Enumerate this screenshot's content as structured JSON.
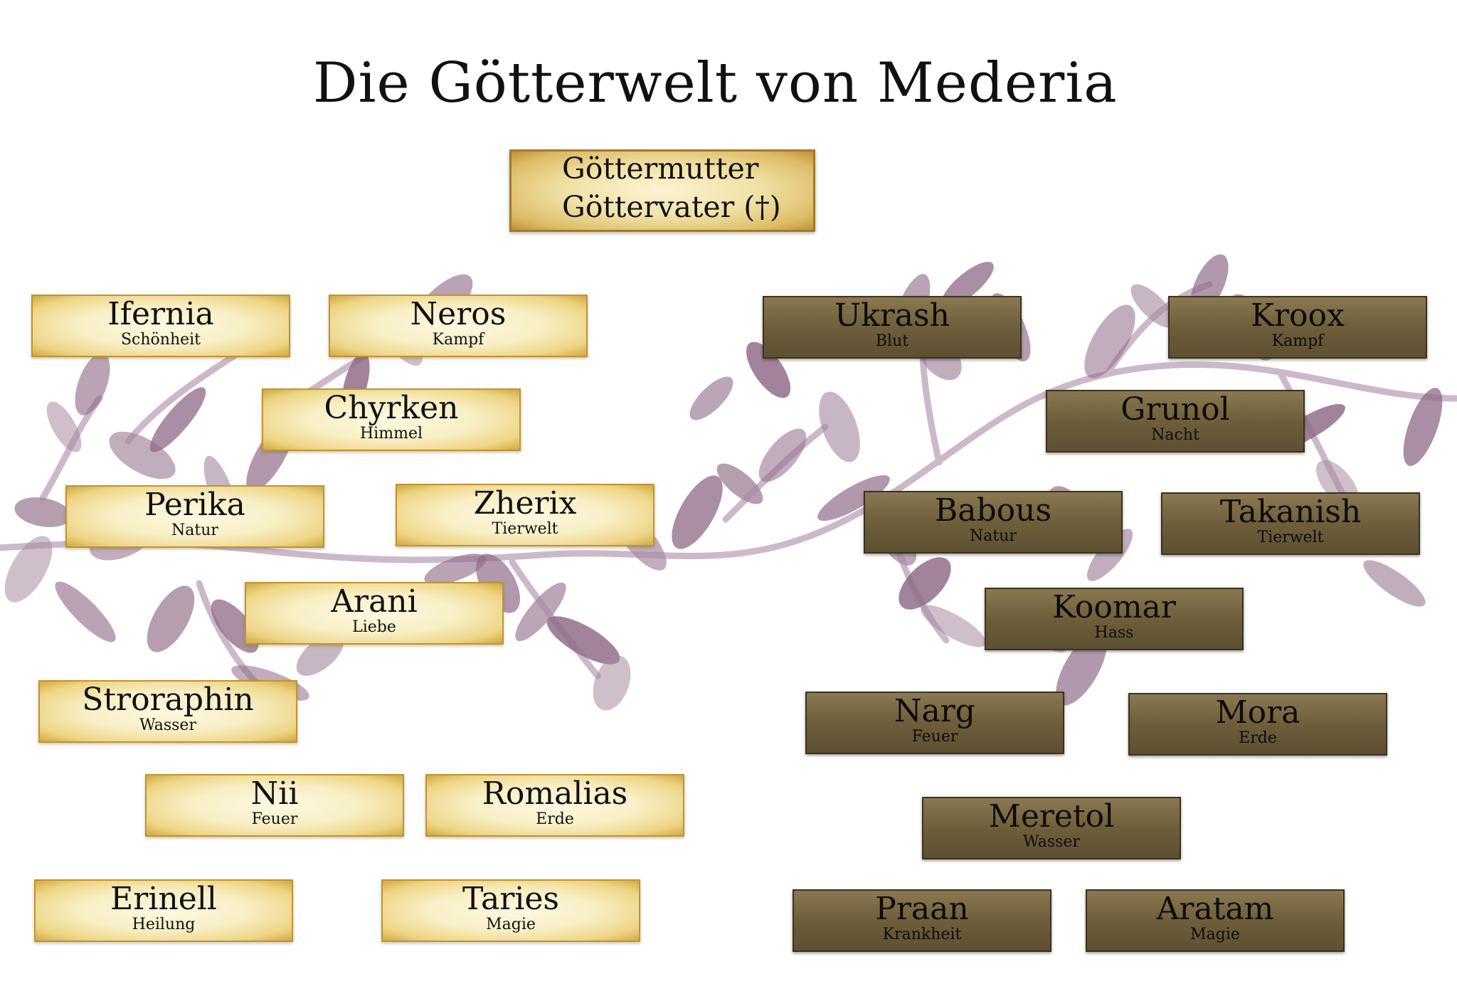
{
  "title": "Die Götterwelt von Mederia",
  "parents": {
    "line1": "Göttermutter",
    "line2": "Göttervater (†)"
  },
  "light_gods": [
    {
      "name": "Ifernia",
      "domain": "Schönheit"
    },
    {
      "name": "Neros",
      "domain": "Kampf"
    },
    {
      "name": "Chyrken",
      "domain": "Himmel"
    },
    {
      "name": "Perika",
      "domain": "Natur"
    },
    {
      "name": "Zherix",
      "domain": "Tierwelt"
    },
    {
      "name": "Arani",
      "domain": "Liebe"
    },
    {
      "name": "Stroraphin",
      "domain": "Wasser"
    },
    {
      "name": "Nii",
      "domain": "Feuer"
    },
    {
      "name": "Romalias",
      "domain": "Erde"
    },
    {
      "name": "Erinell",
      "domain": "Heilung"
    },
    {
      "name": "Taries",
      "domain": "Magie"
    }
  ],
  "dark_gods": [
    {
      "name": "Ukrash",
      "domain": "Blut"
    },
    {
      "name": "Kroox",
      "domain": "Kampf"
    },
    {
      "name": "Grunol",
      "domain": "Nacht"
    },
    {
      "name": "Babous",
      "domain": "Natur"
    },
    {
      "name": "Takanish",
      "domain": "Tierwelt"
    },
    {
      "name": "Koomar",
      "domain": "Hass"
    },
    {
      "name": "Narg",
      "domain": "Feuer"
    },
    {
      "name": "Mora",
      "domain": "Erde"
    },
    {
      "name": "Meretol",
      "domain": "Wasser"
    },
    {
      "name": "Praan",
      "domain": "Krankheit"
    },
    {
      "name": "Aratam",
      "domain": "Magie"
    }
  ],
  "colors": {
    "light_tag": "#f8efc6",
    "dark_tag": "#6e5e3b",
    "vine": "#a58aa0",
    "leaf": "#8f6a88"
  }
}
